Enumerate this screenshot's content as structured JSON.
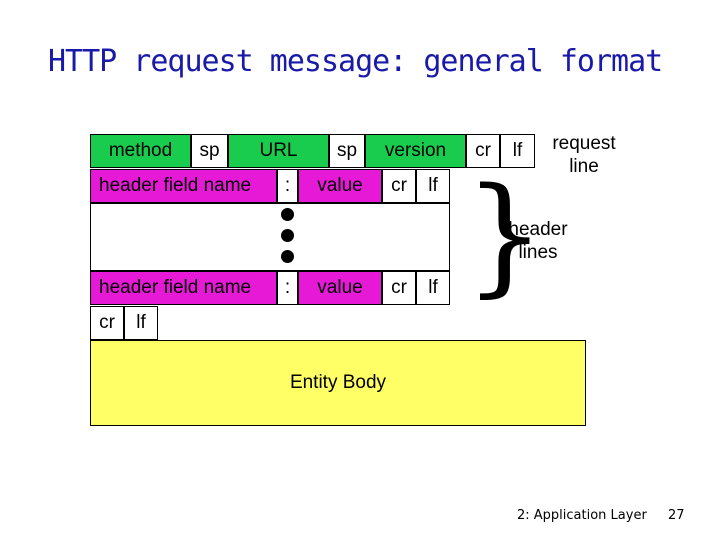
{
  "slide": {
    "title": "HTTP request message: general format",
    "footer_left": "2: Application Layer",
    "page_number": "27"
  },
  "request_line": {
    "method": "method",
    "sp1": "sp",
    "url": "URL",
    "sp2": "sp",
    "version": "version",
    "cr": "cr",
    "lf": "lf",
    "label": "request line"
  },
  "header_line_1": {
    "name": "header field name",
    "colon": ":",
    "value": "value",
    "cr": "cr",
    "lf": "lf"
  },
  "header_line_2": {
    "name": "header field name",
    "colon": ":",
    "value": "value",
    "cr": "cr",
    "lf": "lf"
  },
  "header_lines_label": "header lines",
  "blank_line": {
    "cr": "cr",
    "lf": "lf"
  },
  "entity_body": "Entity Body",
  "colors": {
    "request_line": "#19cc4d",
    "header_name": "#e619d6",
    "entity_body": "#ffff66",
    "title": "#1a1aa8"
  }
}
